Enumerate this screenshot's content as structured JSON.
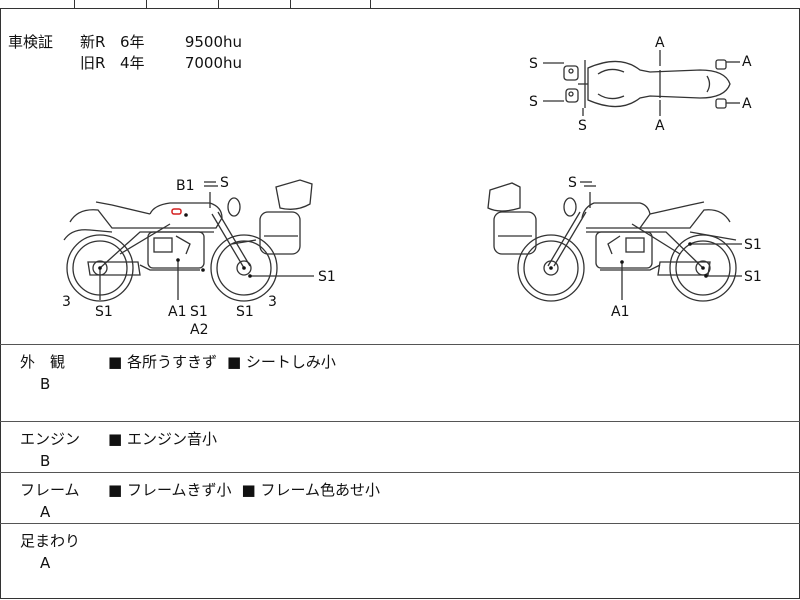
{
  "inspection": {
    "label": "車検証",
    "rows": [
      {
        "name": "新R",
        "years": "6年",
        "price": "9500hu"
      },
      {
        "name": "旧R",
        "years": "4年",
        "price": "7000hu"
      }
    ]
  },
  "diagram_labels": {
    "top_s1": "S",
    "top_s2": "S",
    "top_s3": "S",
    "top_a1": "A",
    "top_a2": "A",
    "top_a3": "A",
    "top_a4": "A",
    "left_b1": "B1",
    "left_s": "S",
    "left_3a": "3",
    "left_s1a": "S1",
    "left_a1": "A1",
    "left_s1b": "S1",
    "left_a2": "A2",
    "left_s1c": "S1",
    "left_3b": "3",
    "left_s1d": "S1",
    "right_s": "S",
    "right_s1a": "S1",
    "right_s1b": "S1",
    "right_a1": "A1"
  },
  "sections": [
    {
      "title": "外　観",
      "grade": "B",
      "notes": [
        "各所うすきず",
        "シートしみ小"
      ]
    },
    {
      "title": "エンジン",
      "grade": "B",
      "notes": [
        "エンジン音小"
      ]
    },
    {
      "title": "フレーム",
      "grade": "A",
      "notes": [
        "フレームきず小",
        "フレーム色あせ小"
      ]
    },
    {
      "title": "足まわり",
      "grade": "A",
      "notes": []
    }
  ],
  "colors": {
    "line": "#333333",
    "accent_mark": "#d42020"
  }
}
